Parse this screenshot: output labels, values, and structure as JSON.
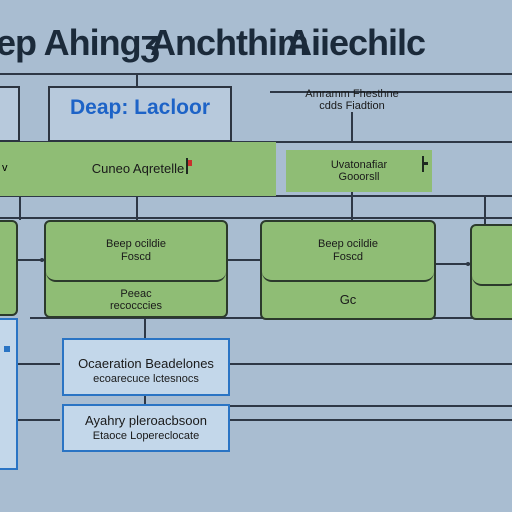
{
  "title": {
    "left": "ep Ahingʒ",
    "right": "Aiiechilc",
    "left_middle": "Anchthim"
  },
  "top_left_box": {
    "label": "Deap: Lacloor"
  },
  "top_right_note": {
    "line1": "Amramm Fhesthne",
    "line2": "cdds Fiadtion"
  },
  "green_bar_1": {
    "prefix": "v",
    "label": "Cuneo Aqretelle"
  },
  "green_bar_2": {
    "line1": "Uvatonafiar",
    "line2": "Gooorsll"
  },
  "green_card_1": {
    "top_line1": "Beep ocildie",
    "top_line2": "Foscd",
    "bottom_line1": "Peeac",
    "bottom_line2": "recocccies"
  },
  "green_card_2": {
    "top_line1": "Beep ocildie",
    "top_line2": "Foscd",
    "bottom": "Gc"
  },
  "blue_box_1": {
    "line1": "Ocaeration Beadelones",
    "line2": "ecoarecuce lctesnocs"
  },
  "blue_box_2": {
    "line1": "Ayahry pleroacbsoon",
    "line2": "Etaoce Lopereclocate"
  },
  "colors": {
    "background": "#a9bdd1",
    "green": "#8fbd75",
    "blue_text": "#1d63c7",
    "accent_red": "#c9302c"
  }
}
